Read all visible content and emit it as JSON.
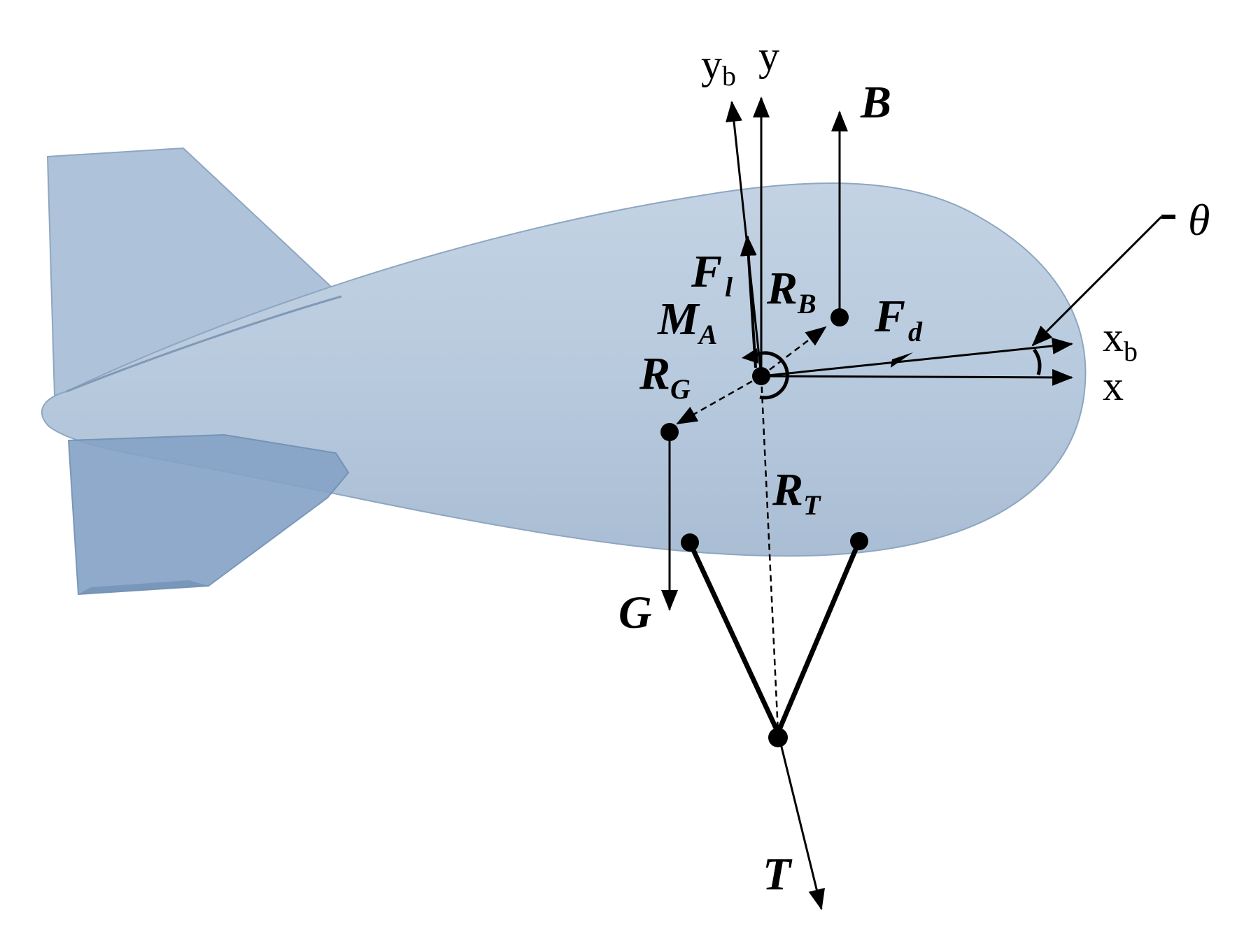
{
  "labels": {
    "y_body": {
      "main": "y",
      "sub": "b"
    },
    "y_axis": "y",
    "buoyancy": "B",
    "lift_force": {
      "main": "F",
      "sub": "l"
    },
    "r_buoyancy": {
      "main": "R",
      "sub": "B"
    },
    "aero_moment": {
      "main": "M",
      "sub": "A"
    },
    "drag_force": {
      "main": "F",
      "sub": "d"
    },
    "r_gravity": {
      "main": "R",
      "sub": "G"
    },
    "r_tether": {
      "main": "R",
      "sub": "T"
    },
    "gravity": "G",
    "tether_force": "T",
    "pitch_angle": "θ",
    "x_body": {
      "main": "x",
      "sub": "b"
    },
    "x_axis": "x"
  },
  "colors": {
    "hull_fill": "#b6c8dc",
    "hull_stroke": "#8ea6c0",
    "fin_fill": "#aac0d9",
    "fin_side_fill": "#7d9bbf",
    "ink": "#000000",
    "background": "#ffffff"
  }
}
